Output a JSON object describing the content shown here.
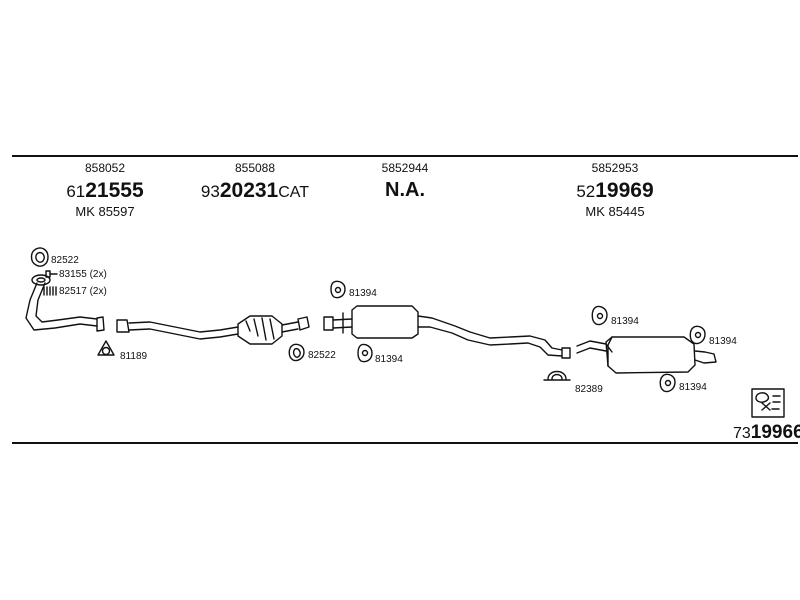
{
  "headers": [
    {
      "oe": "858052",
      "prefix": "61",
      "number": "21555",
      "suffix": "",
      "mk": "MK 85597"
    },
    {
      "oe": "855088",
      "prefix": "93",
      "number": "20231",
      "suffix": "CAT",
      "mk": ""
    },
    {
      "oe": "5852944",
      "prefix": "",
      "number": "N.A.",
      "suffix": "",
      "mk": ""
    },
    {
      "oe": "5852953",
      "prefix": "52",
      "number": "19969",
      "suffix": "",
      "mk": "MK 85445"
    }
  ],
  "part_labels": {
    "gasket_82522_a": "82522",
    "bolts_83155": "83155 (2x)",
    "springs_82517": "82517 (2x)",
    "gasket_81189": "81189",
    "gasket_82522_b": "82522",
    "hanger_81394_a": "81394",
    "hanger_81394_b": "81394",
    "hanger_81394_c": "81394",
    "hanger_81394_d": "81394",
    "hanger_81394_e": "81394",
    "clamp_82389": "82389"
  },
  "reference": {
    "prefix": "73",
    "number": "19966"
  },
  "colors": {
    "ink": "#111111",
    "background": "#ffffff"
  }
}
